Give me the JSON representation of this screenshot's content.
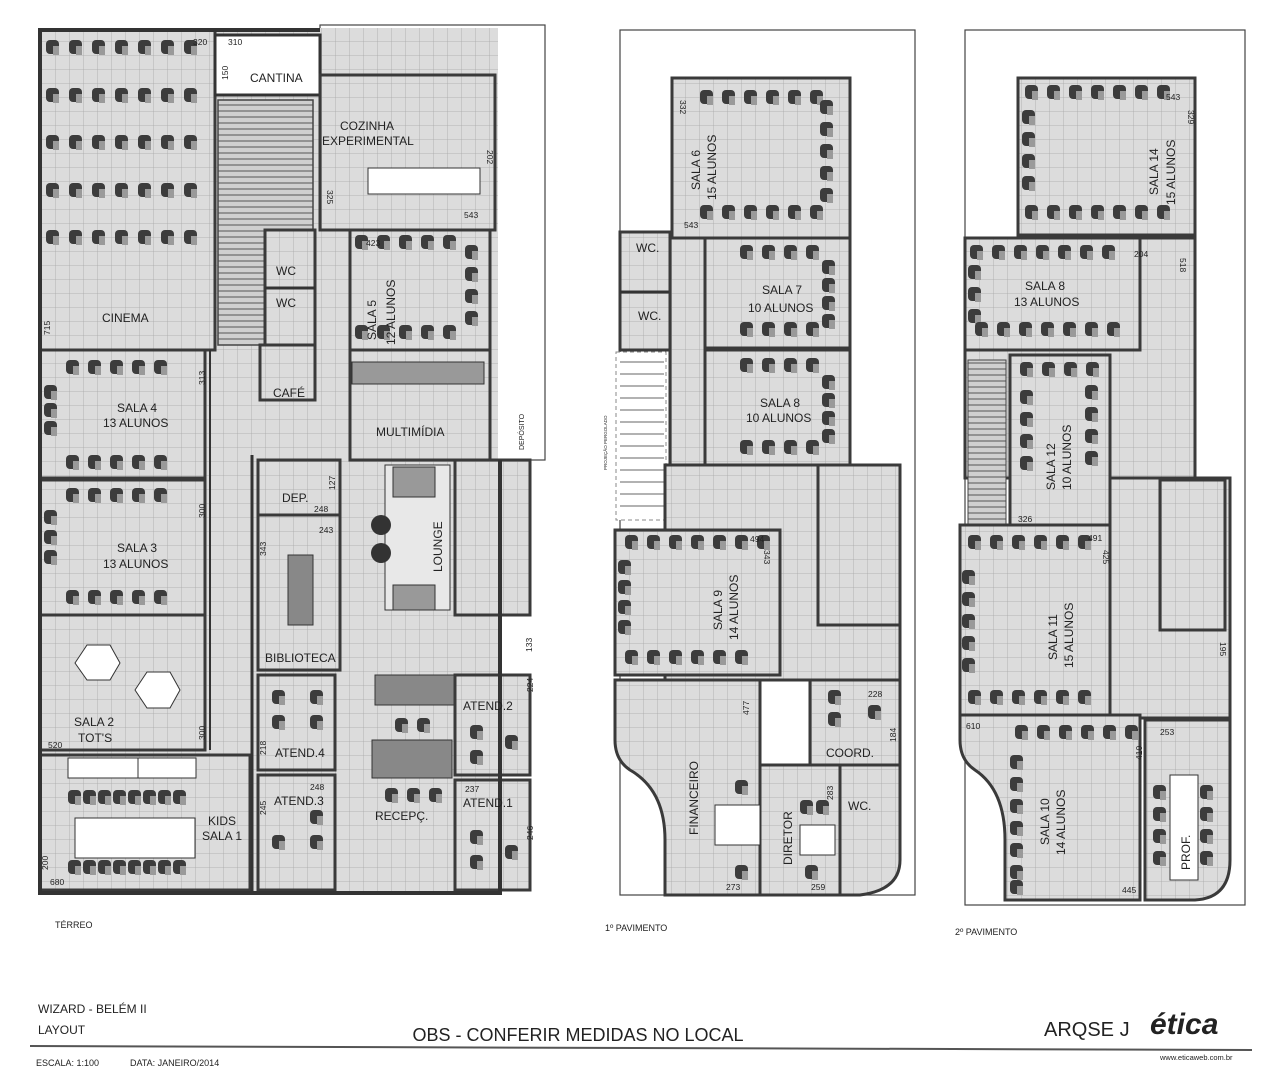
{
  "terreo": {
    "floor_label": "TÉRREO",
    "rooms": {
      "cinema": "CINEMA",
      "cantina": "CANTINA",
      "cozinha_1": "COZINHA",
      "cozinha_2": "EXPERIMENTAL",
      "wc1": "WC",
      "wc2": "WC",
      "sala5_1": "SALA 5",
      "sala5_2": "12 ALUNOS",
      "cafe": "CAFÉ",
      "multimidia": "MULTIMÍDIA",
      "deposito": "DEPÓSITO",
      "sala4_1": "SALA 4",
      "sala4_2": "13 ALUNOS",
      "sala3_1": "SALA 3",
      "sala3_2": "13 ALUNOS",
      "sala2_1": "SALA 2",
      "sala2_2": "TOT'S",
      "kids_1": "KIDS",
      "kids_2": "SALA 1",
      "dep": "DEP.",
      "biblioteca": "BIBLIOTECA",
      "lounge": "LOUNGE",
      "atend4": "ATEND.4",
      "atend3": "ATEND.3",
      "recepc": "RECEPÇ.",
      "atend2": "ATEND.2",
      "atend1": "ATEND.1"
    },
    "dims": {
      "d310": "310",
      "d320": "320",
      "d150": "150",
      "d202": "202",
      "d543": "543",
      "d325": "325",
      "d423": "423",
      "d715": "715",
      "d313": "313",
      "d300a": "300",
      "d300b": "300",
      "d520": "520",
      "d200": "200",
      "d680": "680",
      "d127": "127",
      "d248a": "248",
      "d243": "243",
      "d343": "343",
      "d133": "133",
      "d218": "218",
      "d248b": "248",
      "d245": "245",
      "d224": "224",
      "d237": "237",
      "d246": "246"
    }
  },
  "pav1": {
    "floor_label": "1º PAVIMENTO",
    "rooms": {
      "sala6_1": "SALA 6",
      "sala6_2": "15 ALUNOS",
      "wc1": "WC.",
      "wc2": "WC.",
      "projecao": "PROJEÇÃO PERGOLADO",
      "sala7_1": "SALA 7",
      "sala7_2": "10 ALUNOS",
      "sala8_1": "SALA 8",
      "sala8_2": "10 ALUNOS",
      "sala9_1": "SALA 9",
      "sala9_2": "14 ALUNOS",
      "financeiro": "FINANCEIRO",
      "coord": "COORD.",
      "diretor": "DIRETOR",
      "wc3": "WC."
    },
    "dims": {
      "d332": "332",
      "d543": "543",
      "d494": "494",
      "d343": "343",
      "d477": "477",
      "d228": "228",
      "d184": "184",
      "d283": "283",
      "d273": "273",
      "d259": "259"
    }
  },
  "pav2": {
    "floor_label": "2º PAVIMENTO",
    "rooms": {
      "sala14_1": "SALA 14",
      "sala14_2": "15 ALUNOS",
      "sala8_1": "SALA 8",
      "sala8_2": "13 ALUNOS",
      "sala12_1": "SALA 12",
      "sala12_2": "10 ALUNOS",
      "sala11_1": "SALA 11",
      "sala11_2": "15 ALUNOS",
      "sala10_1": "SALA 10",
      "sala10_2": "14 ALUNOS",
      "prof": "PROF."
    },
    "dims": {
      "d543": "543",
      "d329": "329",
      "d204": "204",
      "d518": "518",
      "d326": "326",
      "d491": "491",
      "d425": "425",
      "d195": "195",
      "d610": "610",
      "d410": "410",
      "d253": "253",
      "d445": "445"
    }
  },
  "footer": {
    "project": "WIZARD - BELÉM II",
    "sheet": "LAYOUT",
    "note": "OBS - CONFERIR MEDIDAS NO LOCAL",
    "scale": "ESCALA: 1:100",
    "date": "DATA: JANEIRO/2014",
    "arqse_logo": "ARQSE J",
    "etica_logo": "ética",
    "etica_url": "www.eticaweb.com.br",
    "logo_color": "#e0301e"
  }
}
